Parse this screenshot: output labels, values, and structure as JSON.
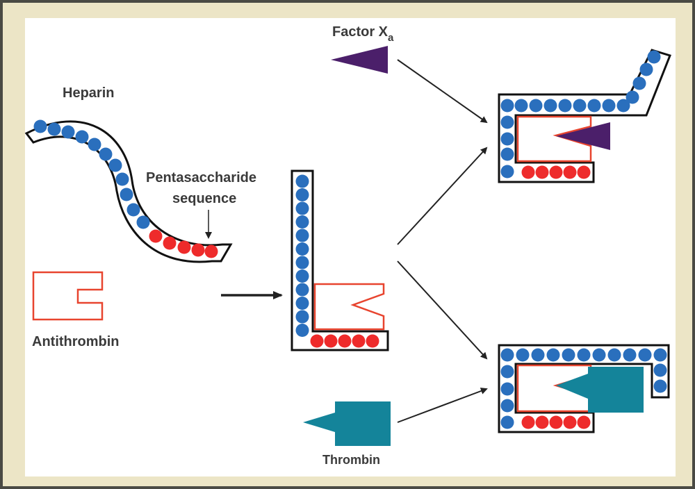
{
  "labels": {
    "heparin": "Heparin",
    "pentasaccharide_line1": "Pentasaccharide",
    "pentasaccharide_line2": "sequence",
    "antithrombin": "Antithrombin",
    "factor": "Factor X",
    "factor_sub": "a",
    "thrombin": "Thrombin"
  },
  "colors": {
    "frame_bg": "#ece5c6",
    "panel_bg": "#ffffff",
    "border": "#4a4a44",
    "blue_bead": "#2a6fbd",
    "red_bead": "#ee2b2b",
    "antithrombin_outline": "#e8442e",
    "factor_xa": "#4b1f6a",
    "thrombin": "#14849a",
    "text": "#3a3a3a",
    "arrow": "#222222"
  }
}
